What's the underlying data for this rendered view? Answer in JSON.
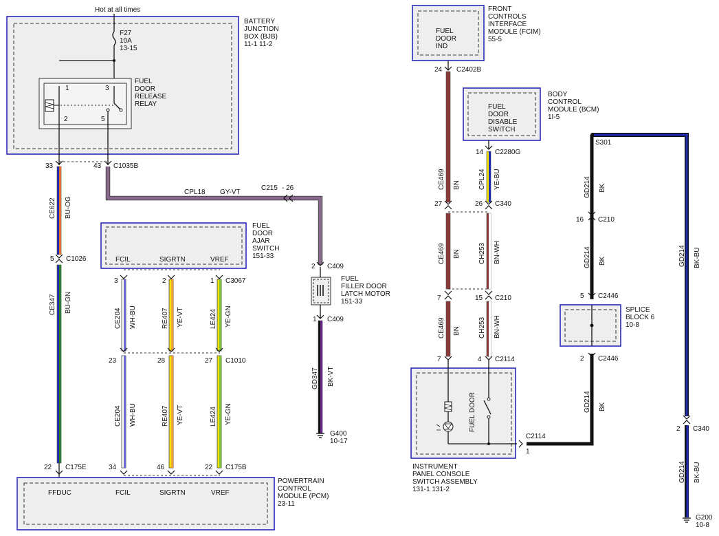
{
  "texts": {
    "hot": "Hot at all times",
    "fuse_name": "F27",
    "fuse_amp": "10A",
    "fuse_ref": "13-15",
    "bjb_1": "BATTERY",
    "bjb_2": "JUNCTION",
    "bjb_3": "BOX (BJB)",
    "bjb_ref": "11-1    11-2",
    "relay_1": "FUEL",
    "relay_2": "DOOR",
    "relay_3": "RELEASE",
    "relay_4": "RELAY",
    "rp1": "1",
    "rp2": "2",
    "rp3": "3",
    "rp5": "5",
    "pin33": "33",
    "pin43": "43",
    "c1035b": "C1035B",
    "ce622": "CE622",
    "bu_og": "BU-OG",
    "pin5": "5",
    "c1026": "C1026",
    "ce347": "CE347",
    "bu_gn": "BU-GN",
    "pin22a": "22",
    "c175e": "C175E",
    "cpl18": "CPL18",
    "gy_vt": "GY-VT",
    "c215": "C215",
    "dash26": "-  26",
    "fdas_1": "FUEL",
    "fdas_2": "DOOR",
    "fdas_3": "AJAR",
    "fdas_4": "SWITCH",
    "fdas_ref": "151-33",
    "fcil": "FCIL",
    "sigrtn": "SIGRTN",
    "vref": "VREF",
    "p3": "3",
    "p2": "2",
    "p1": "1",
    "c3067": "C3067",
    "ce204": "CE204",
    "wh_bu": "WH-BU",
    "re407": "RE407",
    "ye_vt": "YE-VT",
    "le424": "LE424",
    "ye_gn": "YE-GN",
    "p23": "23",
    "p28": "28",
    "p27": "27",
    "c1010": "C1010",
    "ce204b": "CE204",
    "wh_bu_b": "WH-BU",
    "re407b": "RE407",
    "ye_vt_b": "YE-VT",
    "le424b": "LE424",
    "ye_gn_b": "YE-GN",
    "p34": "34",
    "p46": "46",
    "p22b": "22",
    "c175b": "C175B",
    "pcm_1": "POWERTRAIN",
    "pcm_2": "CONTROL",
    "pcm_3": "MODULE (PCM)",
    "pcm_ref": "23-11",
    "ffduc": "FFDUC",
    "fcil_b": "FCIL",
    "sigrtn_b": "SIGRTN",
    "vref_b": "VREF",
    "pin2_c409": "2",
    "c409a": "C409",
    "latch_1": "FUEL",
    "latch_2": "FILLER DOOR",
    "latch_3": "LATCH MOTOR",
    "latch_ref": "151-33",
    "pin1_c409": "1",
    "c409b": "C409",
    "gd347": "GD347",
    "bk_vt": "BK-VT",
    "g400": "G400",
    "g400_ref": "10-17",
    "fdi_1": "FUEL",
    "fdi_2": "DOOR",
    "fdi_3": "IND",
    "fcim_1": "FRONT",
    "fcim_2": "CONTROLS",
    "fcim_3": "INTERFACE",
    "fcim_4": "MODULE (FCIM)",
    "fcim_ref": "55-5",
    "p24": "24",
    "c2402b": "C2402B",
    "fdds_1": "FUEL",
    "fdds_2": "DOOR",
    "fdds_3": "DISABLE",
    "fdds_4": "SWITCH",
    "bcm_1": "BODY",
    "bcm_2": "CONTROL",
    "bcm_3": "MODULE (BCM)",
    "bcm_ref": "1I-5",
    "p14": "14",
    "c2280g": "C2280G",
    "ce469a": "CE469",
    "bn_a": "BN",
    "cpl24": "CPL24",
    "ye_bu": "YE-BU",
    "p27b": "27",
    "p26": "26",
    "c340a": "C340",
    "ce469b": "CE469",
    "bn_b": "BN",
    "ch253a": "CH253",
    "bn_wh_a": "BN-WH",
    "p7a": "7",
    "p15": "15",
    "c210a": "C210",
    "ce469c": "CE469",
    "bn_c": "BN",
    "ch253b": "CH253",
    "bn_wh_b": "BN-WH",
    "p7b": "7",
    "p4": "4",
    "c2114a": "C2114",
    "fuel_door": "FUEL DOOR",
    "c2114b": "C2114",
    "p1b": "1",
    "ipc_1": "INSTRUMENT",
    "ipc_2": "PANEL CONSOLE",
    "ipc_3": "SWITCH ASSEMBLY",
    "ipc_ref": "131-1  131-2",
    "s301": "S301",
    "gd214a": "GD214",
    "bk_a": "BK",
    "p16": "16",
    "c210b": "C210",
    "gd214b": "GD214",
    "bk_b": "BK",
    "p5b": "5",
    "c2446a": "C2446",
    "sb_1": "SPLICE",
    "sb_2": "BLOCK 6",
    "sb_ref": "10-8",
    "p2b": "2",
    "c2446b": "C2446",
    "gd214c": "GD214",
    "bk_c": "BK",
    "gd214d": "GD214",
    "bk_bu_a": "BK-BU",
    "p2c": "2",
    "c340b": "C340",
    "gd214e": "GD214",
    "bk_bu_b": "BK-BU",
    "g200": "G200",
    "g200_ref": "10-8"
  },
  "colors": {
    "module_border": "#2a2ab8",
    "bu_og": "#e07030",
    "bu_gn": "#2e7d32",
    "blue": "#1f2bb5",
    "gy_vt": "#8a6a8c",
    "white": "#ffffff",
    "yellow": "#f2e600",
    "violet_mix": "#f0a030",
    "brown": "#8b3a3a",
    "black": "#111111",
    "wire_outline": "#444444"
  }
}
